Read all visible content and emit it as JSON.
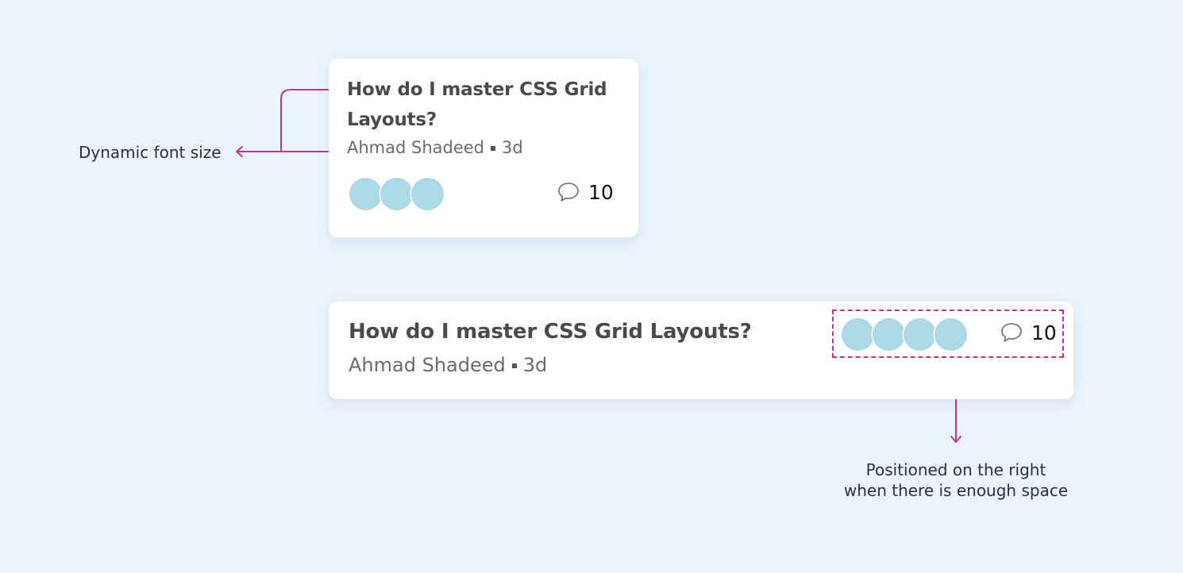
{
  "colors": {
    "background": "#eaf4fd",
    "card": "#ffffff",
    "accent": "#c8308e",
    "avatar": "#add8e6"
  },
  "card_small": {
    "title": "How do I master CSS Grid Layouts?",
    "author": "Ahmad Shadeed",
    "age": "3d",
    "avatar_count": 3,
    "comment_icon": "speech-bubble-icon",
    "comment_count": "10"
  },
  "card_wide": {
    "title": "How do I master CSS Grid Layouts?",
    "author": "Ahmad Shadeed",
    "age": "3d",
    "avatar_count": 4,
    "comment_icon": "speech-bubble-icon",
    "comment_count": "10"
  },
  "annotations": {
    "font_size": "Dynamic font size",
    "position": [
      "Positioned on the right",
      "when there is enough space"
    ]
  }
}
